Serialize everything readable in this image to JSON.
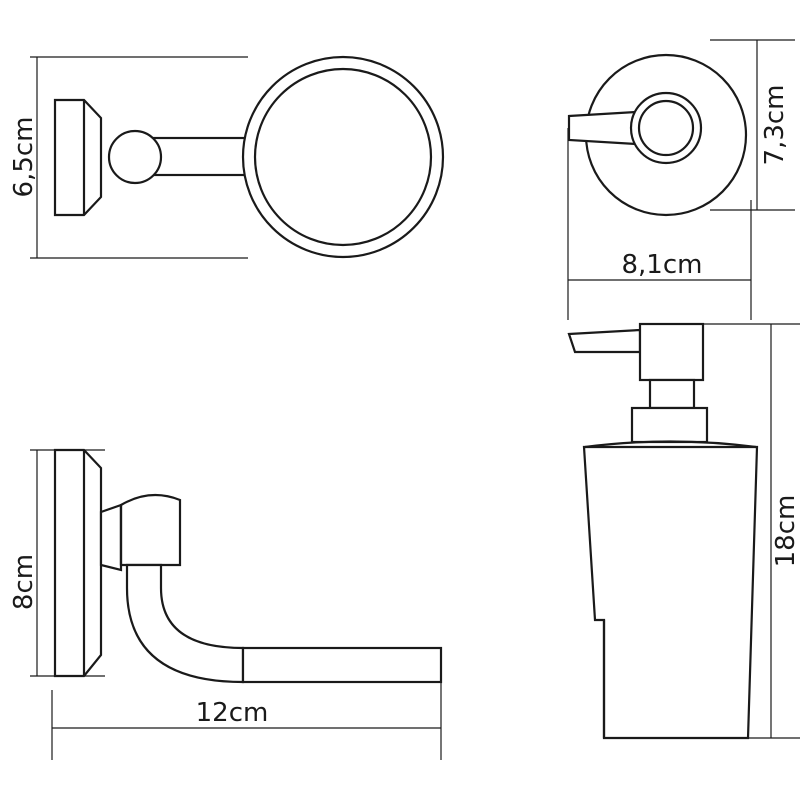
{
  "dimensions": {
    "holder_height": "6,5cm",
    "dispenser_top_depth": "7,3cm",
    "dispenser_width": "8,1cm",
    "dispenser_height": "18cm",
    "towel_bar_height": "8cm",
    "towel_bar_length": "12cm"
  },
  "colors": {
    "line": "#1a1a1a",
    "background": "#ffffff"
  }
}
